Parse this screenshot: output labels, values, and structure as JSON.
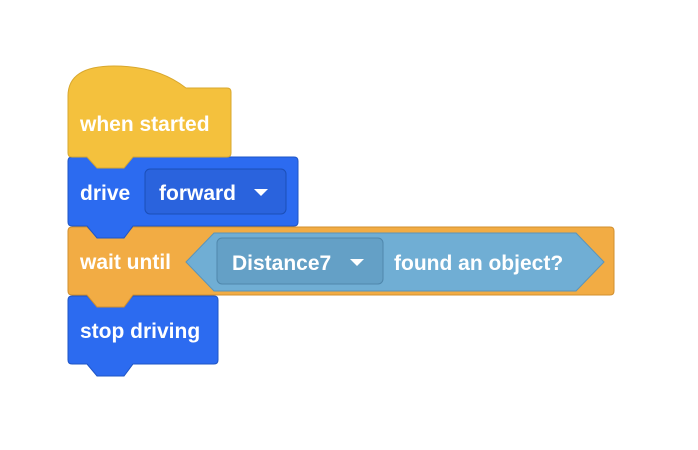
{
  "blocks": {
    "hat": {
      "label": "when started",
      "color": "#F4C13D",
      "border": "#D9A82E"
    },
    "drive": {
      "label": "drive",
      "dropdown_value": "forward",
      "color": "#2C6BF0",
      "border": "#1E55C6"
    },
    "wait": {
      "label": "wait until",
      "color": "#F2AC44",
      "border": "#D28F2E",
      "condition": {
        "sensor_value": "Distance7",
        "text": "found an object?",
        "color": "#70AED4",
        "border": "#5A94BA"
      }
    },
    "stop": {
      "label": "stop driving",
      "color": "#2C6BF0",
      "border": "#1E55C6"
    }
  },
  "icons": {
    "dropdown": "caret-down-icon"
  }
}
